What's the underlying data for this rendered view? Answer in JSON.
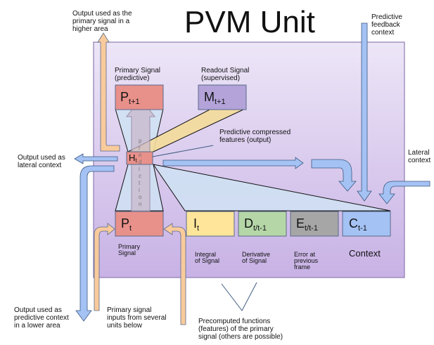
{
  "title": "PVM Unit",
  "colors": {
    "unit_bg_top": "#ece5f6",
    "unit_bg_bottom": "#c9b3e6",
    "primary_box": "#e8908a",
    "readout_box": "#b3a3d9",
    "integral_box": "#ffe59a",
    "derivative_box": "#b5d7a8",
    "error_box": "#a6a6a6",
    "context_box": "#a4c2f4",
    "blue_arrow": "#a4c2f4",
    "orange_arrow": "#f9cb9c"
  },
  "top": {
    "primary_signal_label": "Primary Signal\n(predictive)",
    "readout_signal_label": "Readout Signal\n(supervised)",
    "p_next": {
      "symbol": "P",
      "sub": "t+1"
    },
    "m_next": {
      "symbol": "M",
      "sub": "t+1"
    }
  },
  "hidden": {
    "symbol": "H",
    "sub": "t"
  },
  "prediction_arrow_letters": [
    "p",
    "r",
    "e",
    "d",
    "i",
    "c",
    "t",
    "i",
    "o",
    "n"
  ],
  "annotations": {
    "compressed_features": "Predictive compressed\nfeatures (output)",
    "output_higher": "Output used as the\nprimary signal in a\nhigher area",
    "predictive_feedback": "Predictive\nfeedback\ncontext",
    "output_lateral": "Output used as\nlateral context",
    "lateral_context": "Lateral\ncontext",
    "output_lower": "Output used as\npredictive context\nin a lower area",
    "primary_inputs": "Primary signal\ninputs from several\nunits below",
    "precomputed": "Precomputed functions\n(features) of the primary\nsignal (others are possible)"
  },
  "bottom_boxes": [
    {
      "symbol": "P",
      "sub": "t",
      "caption": "Primary\nSignal"
    },
    {
      "symbol": "I",
      "sub": "t",
      "caption": "Integral\nof Signal"
    },
    {
      "symbol": "D",
      "sub": "t/t-1",
      "caption": "Derivative\nof Signal"
    },
    {
      "symbol": "E",
      "sub": "t/t-1",
      "caption": "Error at\nprevious\nframe"
    },
    {
      "symbol": "C",
      "sub": "t-1",
      "caption": "Context"
    }
  ]
}
